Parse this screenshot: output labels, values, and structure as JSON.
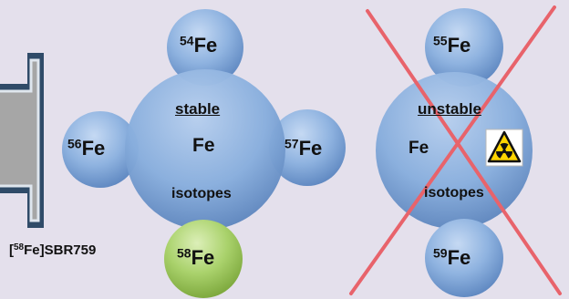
{
  "stable_group": {
    "heading": "stable",
    "element": "Fe",
    "subtitle": "isotopes",
    "isotopes": [
      {
        "mass": "54",
        "symbol": "Fe"
      },
      {
        "mass": "56",
        "symbol": "Fe"
      },
      {
        "mass": "57",
        "symbol": "Fe"
      },
      {
        "mass": "58",
        "symbol": "Fe"
      }
    ]
  },
  "unstable_group": {
    "heading": "unstable",
    "element": "Fe",
    "subtitle": "isotopes",
    "isotopes": [
      {
        "mass": "55",
        "symbol": "Fe"
      },
      {
        "mass": "59",
        "symbol": "Fe"
      }
    ]
  },
  "compound_label": {
    "prefix": "[",
    "mass": "58",
    "rest": "Fe]SBR759"
  },
  "icons": {
    "arrow": "block-arrow-right-icon",
    "hazard": "radiation-warning-icon",
    "cross": "red-cross-out-icon"
  },
  "colors": {
    "background": "#e4e0ec",
    "sphere_blue": "#8fb3e0",
    "sphere_green": "#a9d36a",
    "arrow_fill": "#a6a6a6",
    "arrow_border": "#2f4b68",
    "cross": "#e8636b",
    "hazard_yellow": "#ffd400"
  }
}
